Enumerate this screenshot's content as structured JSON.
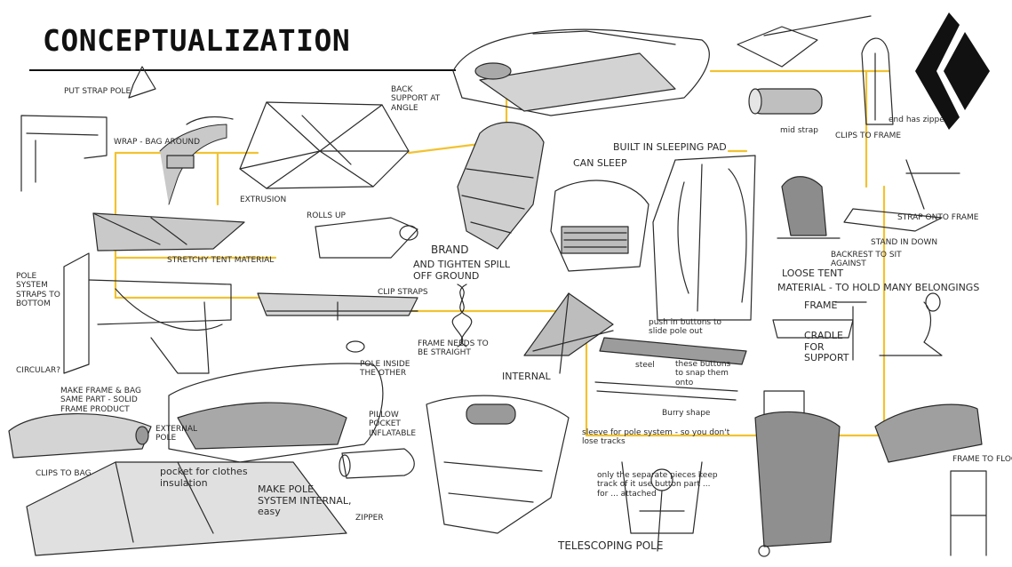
{
  "title": "CONCEPTUALIZATION",
  "accent_color": "#f2c230",
  "ink_color": "#2a2a2a",
  "logo": {
    "icon": "black-diamond-logo-icon",
    "color": "#111111"
  },
  "annotations": {
    "put_strap_pole": "PUT STRAP POLE",
    "back_support": "BACK SUPPORT AT ANGLE",
    "wrap_bag_around": "WRAP - BAG AROUND",
    "extrusion": "EXTRUSION",
    "built_in_sleeping_pad": "BUILT IN SLEEPING PAD",
    "can_sleep": "CAN SLEEP",
    "mid_strap": "mid strap",
    "clips_to_frame_top": "CLIPS TO FRAME",
    "end_has_zipper": "end has zipper",
    "rolls_up": "ROLLS UP",
    "stretchy_tent_material": "STRETCHY TENT MATERIAL",
    "brand": "BRAND",
    "tighten_spill_off_ground": "AND TIGHTEN SPILL OFF GROUND",
    "strap_onto_frame": "STRAP ONTO FRAME",
    "stand_in_down": "STAND IN DOWN",
    "backrest": "BACKREST TO SIT AGAINST",
    "pole_system": "POLE SYSTEM STRAPS TO BOTTOM",
    "clip_straps": "CLIP STRAPS",
    "loose_tent": "LOOSE TENT",
    "material_hold": "MATERIAL - TO HOLD MANY BELONGINGS",
    "frame": "FRAME",
    "cradle_support": "CRADLE FOR SUPPORT",
    "circular": "CIRCULAR?",
    "frame_needs_straight": "FRAME NEEDS TO BE STRAIGHT",
    "pole_inside": "POLE INSIDE THE OTHER",
    "internal": "INTERNAL",
    "push_buttons": "push in buttons to slide pole out",
    "steel": "steel",
    "these_buttons": "these buttons to snap them onto",
    "make_frame_bag": "MAKE FRAME & BAG SAME PART - SOLID FRAME PRODUCT",
    "pillow_pocket": "PILLOW POCKET INFLATABLE",
    "external_pole": "EXTERNAL POLE",
    "pocket_clothes": "pocket for clothes insulation",
    "make_pole_internal": "MAKE POLE SYSTEM INTERNAL, easy",
    "clips_to_bag": "CLIPS TO BAG",
    "zipper": "ZIPPER",
    "bury_shape": "Burry shape",
    "sleeve_for_pole": "sleeve for pole system - so you don't lose tracks",
    "only_separate": "only the separate pieces keep track of it use button part ... for ... attached",
    "telescoping": "TELESCOPING POLE",
    "frame_to_floor": "FRAME TO FLOOR"
  }
}
